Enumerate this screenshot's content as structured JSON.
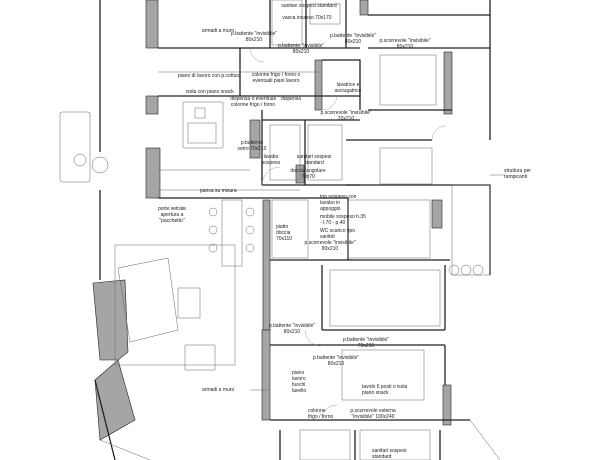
{
  "labels": {
    "sanitari_top": "sanitari sospesi standard",
    "vasca": "vasca incasso 70x170",
    "armadi_muro_top": "armadi a muro",
    "p_battente_a": "p.battente \"invisibile\" 80x210",
    "p_battente_b": "p.battente \"invisibile\" 80x210",
    "p_scorrevole_top": "p.scorrevole \"invisibile\" 80x210",
    "p_battente_c": "p.battente \"invisibile\" 80x210",
    "piano_lavoro": "piano di lavoro con p.cottura",
    "colonne_frigo_top": "colonne frigo / forno o eventuali piani lavoro",
    "lavatrice": "lavatrice e asciugatrice",
    "isola": "isola con piano snack",
    "dispensa_1": "dispensa o eventuali colonne frigo / forno",
    "dispensa_2": "dispensa",
    "p_scorrevole_mid": "p.scorrevole \"invisibile\" 70x210",
    "p_battente_vetro": "p.battente vetro 70x210",
    "lavabo_sospeso": "lavabo sospeso",
    "sanitari_mid": "sanitari sospesi standard",
    "doccia_angolare": "doccia angolare 70x70",
    "struttura": "struttura per rampicanti",
    "panca": "panca su misura",
    "top_sospeso": "top sospeso con lavabo in appoggio",
    "porte_vetrate": "porte vetrate apertura a \"pacchetto\"",
    "mobile_sospeso": "mobile sospeso h.35 - l.70 - p.40",
    "wc_scarico": "WC scarico tipo sanitrit",
    "piatto_doccia": "piatto doccia 70x110",
    "p_scorrevole_lower": "p.scorrevole \"invisibile\" 80x210",
    "p_battente_lower1": "p.battente \"invisibile\" 80x210",
    "p_battente_lower2": "p.battente \"invisibile\" 70x210",
    "p_battente_lower3": "p.battente \"invisibile\" 80x210",
    "piano_lavoro_fuochi": "piano lavoro fuochi lavello",
    "tavolo": "tavolo 6 posti o isola piano snack",
    "armadi_muro_bottom": "armadi a muro",
    "colonne_frigo_bottom": "colonne frigo / forno",
    "p_scorrevole_esterna": "p.scorrevole esterna \"invisibile\" 100x240",
    "sanitari_bottom": "sanitari sospesi",
    "standard_bottom": "standard"
  },
  "colors": {
    "wall": "#222222",
    "fill": "#9a9a9a",
    "line": "#555555"
  }
}
